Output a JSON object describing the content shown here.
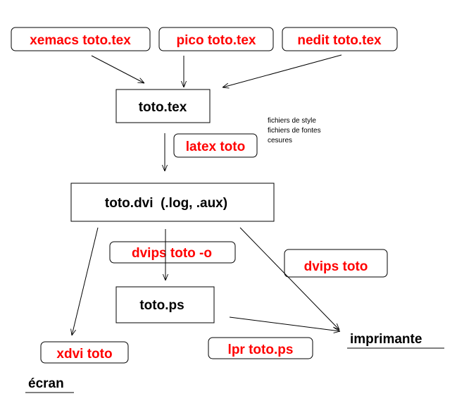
{
  "editors": {
    "xemacs": "xemacs toto.tex",
    "pico": "pico toto.tex",
    "nedit": "nedit toto.tex"
  },
  "files": {
    "tex": "toto.tex",
    "dvi": "toto.dvi  (.log, .aux)",
    "ps": "toto.ps"
  },
  "commands": {
    "latex": "latex toto",
    "dvips_o": "dvips toto -o",
    "dvips": "dvips toto",
    "xdvi": "xdvi toto",
    "lpr": "lpr toto.ps"
  },
  "notes": {
    "line1": "fichiers de style",
    "line2": "fichiers de fontes",
    "line3": "cesures"
  },
  "outputs": {
    "printer": "imprimante",
    "screen": "écran"
  },
  "colors": {
    "command_text": "#ff0000",
    "text": "#000000",
    "background": "#ffffff"
  }
}
